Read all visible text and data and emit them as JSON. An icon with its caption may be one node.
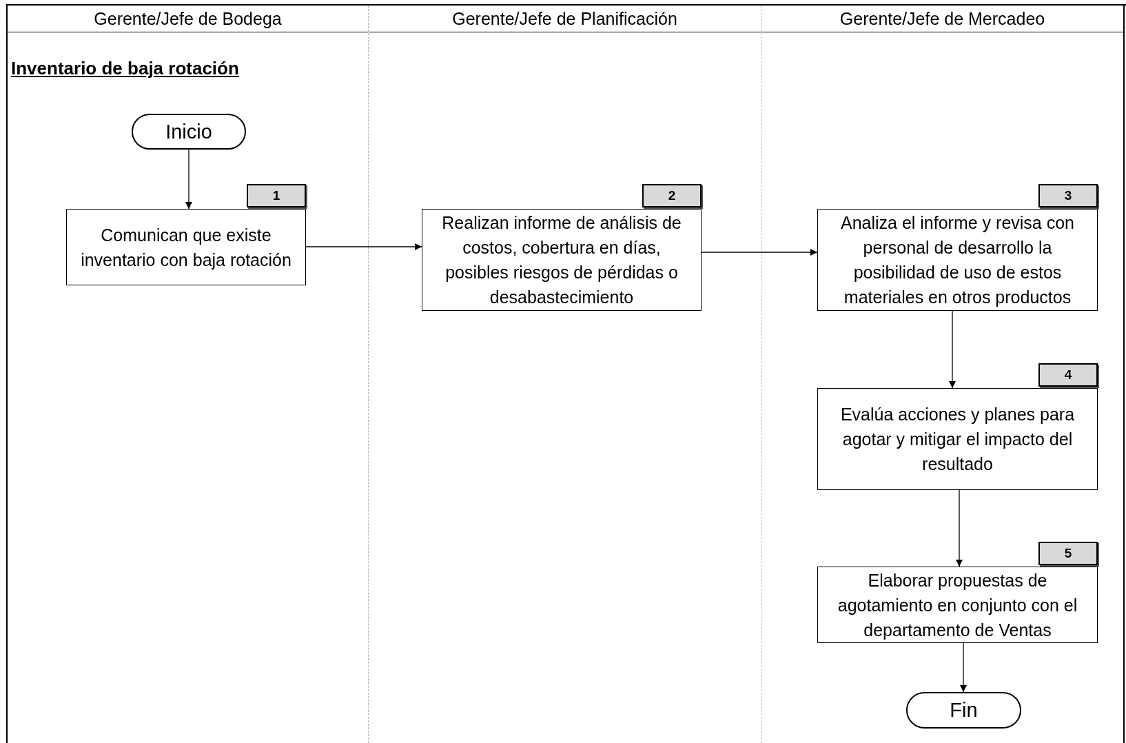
{
  "diagram": {
    "title": "Inventario de baja rotación",
    "nodes": [
      {
        "text": [
          "Gerente/Jefe de Bodega"
        ]
      },
      {
        "text": [
          "Gerente/Jefe de Planificación"
        ]
      },
      {
        "text": [
          "Gerente/Jefe de Mercadeo"
        ]
      },
      {
        "text": [
          "Inicio"
        ],
        "in": 0
      },
      {
        "text": [
          "Comunican que existe inventario con baja rotación"
        ],
        "beside": [
          "1"
        ],
        "in": 0
      },
      {
        "text": [
          "Realizan informe de análisis de costos, cobertura en días, posibles riesgos de pérdidas o desabastecimiento"
        ],
        "beside": [
          "2"
        ],
        "in": 1
      },
      {
        "text": [
          "Analiza el informe y revisa con personal de desarrollo la posibilidad de uso de estos materiales en otros productos"
        ],
        "beside": [
          "3"
        ],
        "in": 2
      },
      {
        "text": [
          "Evalúa acciones y planes para agotar y mitigar el impacto del resultado"
        ],
        "beside": [
          "4"
        ],
        "in": 2
      },
      {
        "text": [
          "Elaborar propuestas de agotamiento en conjunto con el departamento de Ventas"
        ],
        "beside": [
          "5"
        ],
        "in": 2
      },
      {
        "text": [
          "Fin"
        ],
        "in": 2
      }
    ],
    "edges": [
      {
        "from": 3,
        "to": 4,
        "arrow": "to"
      },
      {
        "from": 4,
        "to": 5,
        "arrow": "to"
      },
      {
        "from": 5,
        "to": 6,
        "arrow": "to"
      },
      {
        "from": 6,
        "to": 7,
        "arrow": "to"
      },
      {
        "from": 7,
        "to": 8,
        "arrow": "to"
      },
      {
        "from": 8,
        "to": 9,
        "arrow": "to"
      }
    ]
  }
}
